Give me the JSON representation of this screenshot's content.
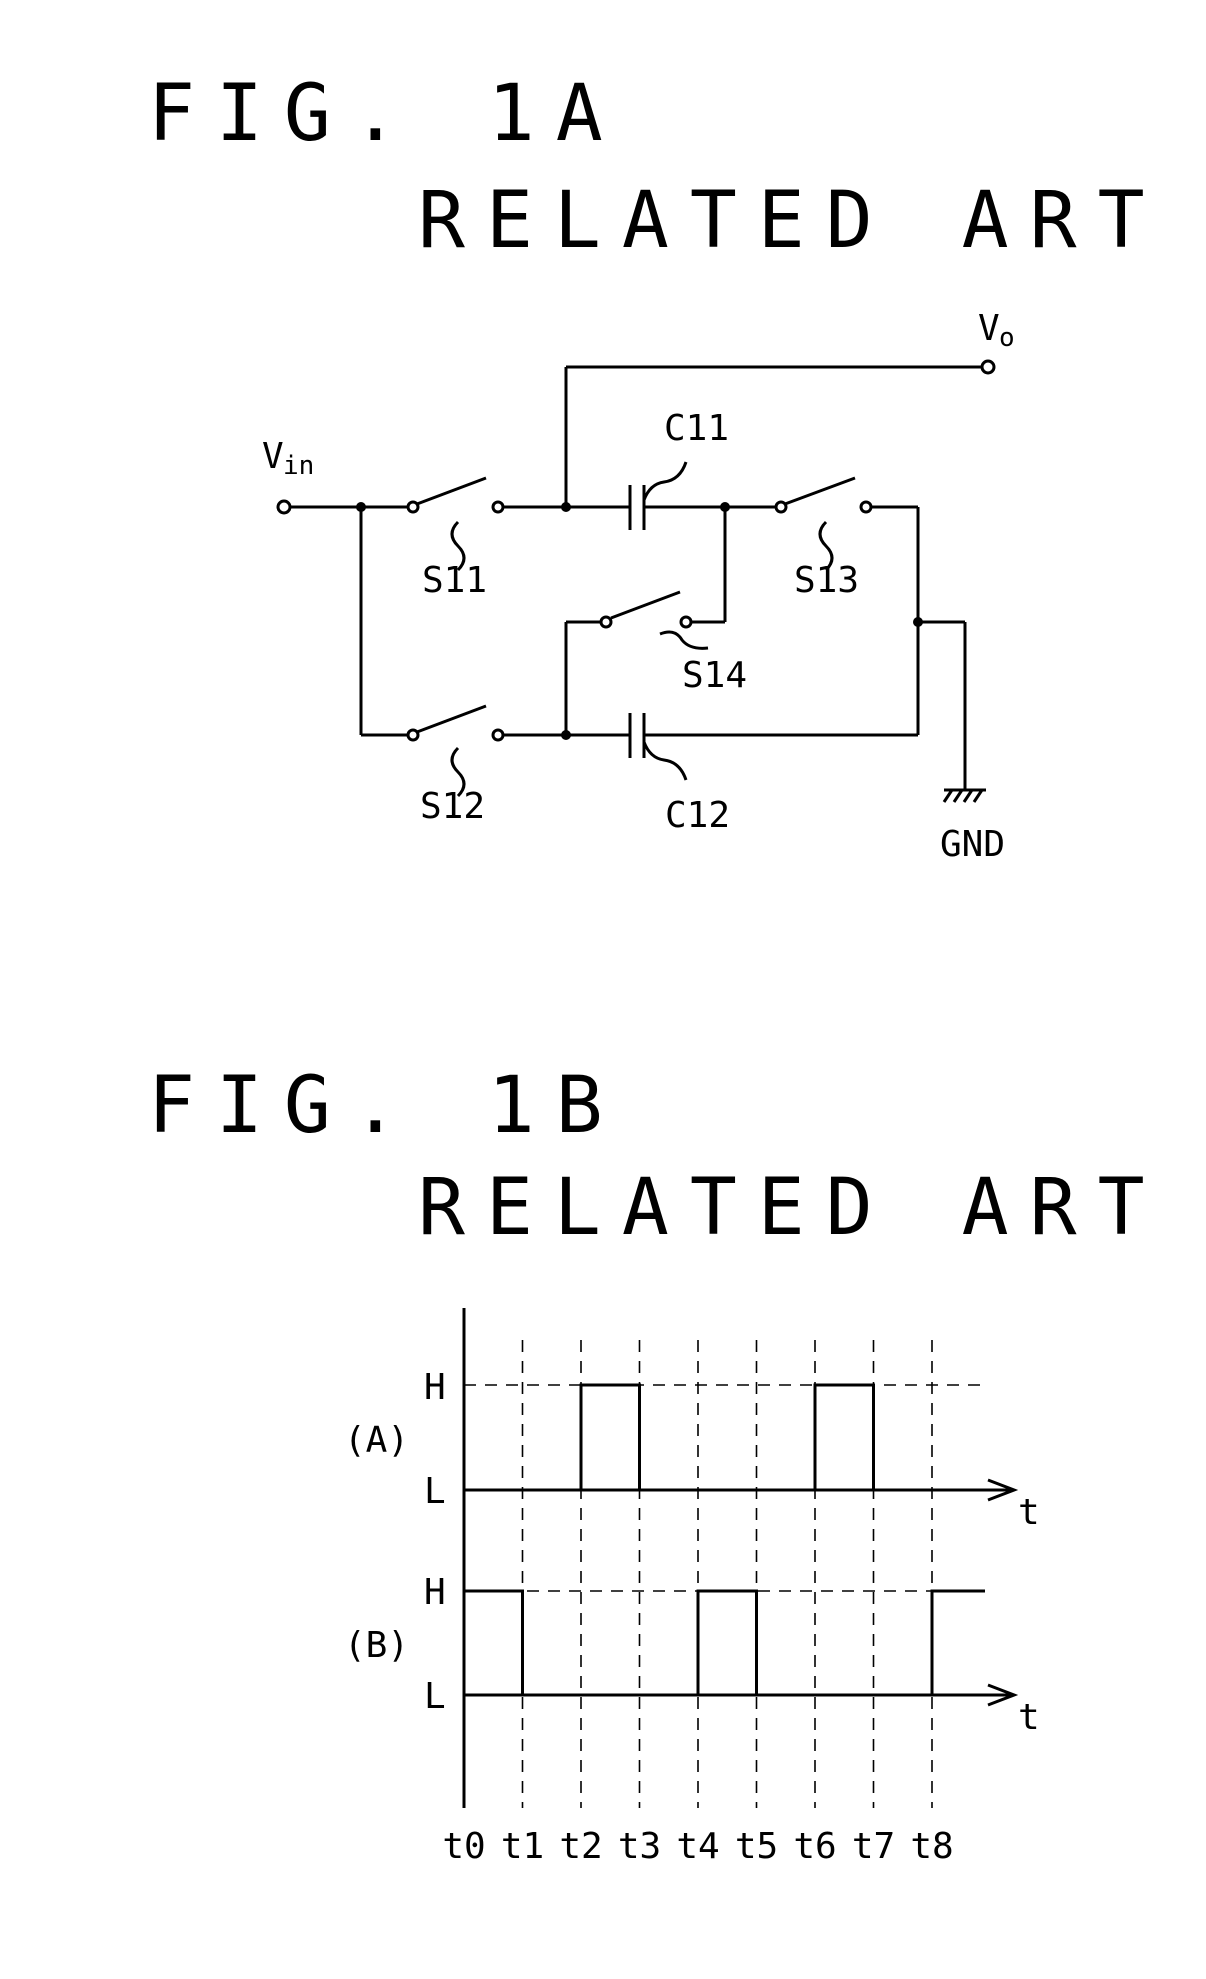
{
  "fig_1a": {
    "title": "FIG. 1A",
    "subtitle": "RELATED ART",
    "labels": {
      "vin": "V",
      "vin_sub": "in",
      "vo": "V",
      "vo_sub": "o",
      "c11": "C11",
      "c12": "C12",
      "s11": "S11",
      "s12": "S12",
      "s13": "S13",
      "s14": "S14",
      "gnd": "GND"
    }
  },
  "fig_1b": {
    "title": "FIG. 1B",
    "subtitle": "RELATED ART",
    "row_a": {
      "name": "(A)",
      "high": "H",
      "low": "L",
      "axis": "t"
    },
    "row_b": {
      "name": "(B)",
      "high": "H",
      "low": "L",
      "axis": "t"
    },
    "time_labels": [
      "t0",
      "t1",
      "t2",
      "t3",
      "t4",
      "t5",
      "t6",
      "t7",
      "t8"
    ],
    "signal_a_high_intervals": [
      [
        "t2",
        "t3"
      ],
      [
        "t6",
        "t7"
      ]
    ],
    "signal_b_high_intervals": [
      [
        "t0",
        "t1"
      ],
      [
        "t4",
        "t5"
      ],
      [
        "t8",
        ""
      ]
    ]
  }
}
